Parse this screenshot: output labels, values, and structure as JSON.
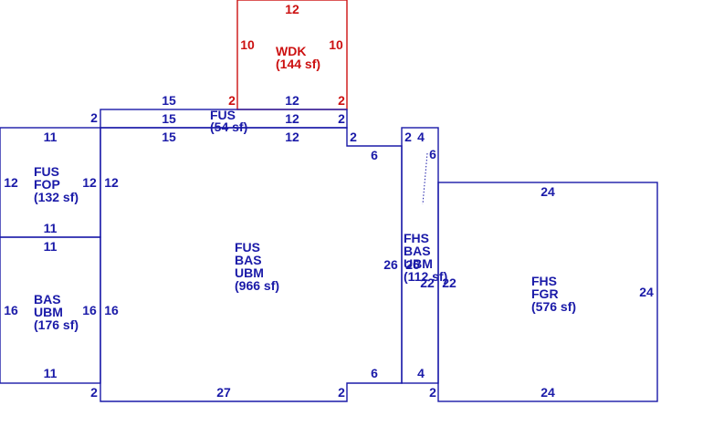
{
  "colors": {
    "main": "#1a1aa8",
    "deck": "#cc1111"
  },
  "areas": {
    "wdk": {
      "code": "WDK",
      "area": "(144 sf)"
    },
    "fus_top": {
      "code": "FUS",
      "area": "(54 sf)"
    },
    "fop": {
      "line1": "FUS",
      "line2": "FOP",
      "area": "(132 sf)"
    },
    "bas_left": {
      "line1": "BAS",
      "line2": "UBM",
      "area": "(176 sf)"
    },
    "main": {
      "line1": "FUS",
      "line2": "BAS",
      "line3": "UBM",
      "area": "(966 sf)"
    },
    "fhs_bas": {
      "line1": "FHS",
      "line2": "BAS",
      "line3": "UBM",
      "area": "(112 sf)"
    },
    "fgr": {
      "line1": "FHS",
      "line2": "FGR",
      "area": "(576 sf)"
    }
  },
  "dimensions": {
    "wdk_top": "12",
    "wdk_left": "10",
    "wdk_right": "10",
    "wdk_bottom_left": "2",
    "wdk_bottom": "12",
    "wdk_bottom_right": "2",
    "fus_top_a": "15",
    "fus_top_b": "15",
    "fus_top_c": "12",
    "fus_top_d": "2",
    "fus_left": "2",
    "main_top_a": "15",
    "main_top_b": "12",
    "step_top_2": "2",
    "step_top_6": "6",
    "fop_top": "11",
    "fop_left": "12",
    "fop_right": "12",
    "main_left_12": "12",
    "fop_bottom": "11",
    "bas_top": "11",
    "bas_left": "16",
    "bas_right": "16",
    "main_left_16": "16",
    "bas_bottom": "11",
    "bas_corner": "2",
    "main_bottom": "27",
    "step_bottom_2": "2",
    "step_bottom_6": "6",
    "main_right": "26",
    "fhs_top_2": "2",
    "fhs_top_4": "4",
    "fhs_diag_6": "6",
    "fhs_inner_26": "26",
    "fhs_inner_22a": "22",
    "fhs_inner_22b": "22",
    "fhs_bottom_4": "4",
    "fhs_corner_2": "2",
    "fgr_top": "24",
    "fgr_right": "24",
    "fgr_bottom": "24"
  }
}
